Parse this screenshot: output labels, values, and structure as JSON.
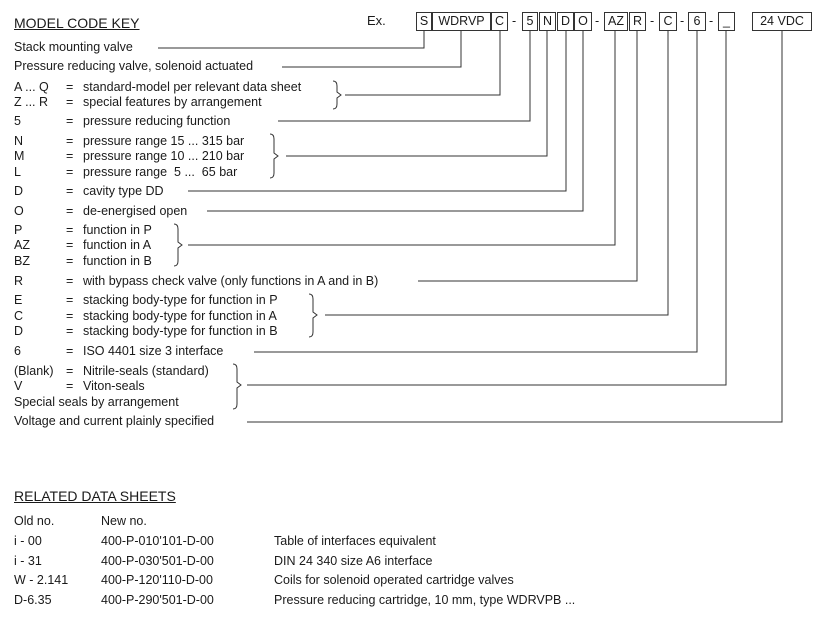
{
  "model_key": {
    "title": "MODEL CODE KEY",
    "ex_label": "Ex.",
    "code_boxes": [
      "S",
      "WDRVP",
      "C",
      "5",
      "N",
      "D",
      "O",
      "AZ",
      "R",
      "C",
      "6",
      "_",
      "24 VDC"
    ],
    "dash": "-",
    "entries": [
      {
        "code": "",
        "eq": "",
        "text": "Stack mounting valve"
      },
      {
        "code": "",
        "eq": "",
        "text": "Pressure reducing valve, solenoid actuated"
      },
      {
        "code": "A ... Q",
        "eq": "=",
        "text": "standard-model per relevant data sheet"
      },
      {
        "code": "Z ... R",
        "eq": "=",
        "text": "special features by arrangement"
      },
      {
        "code": "5",
        "eq": "=",
        "text": "pressure reducing function"
      },
      {
        "code": "N",
        "eq": "=",
        "text": "pressure range 15 ... 315 bar"
      },
      {
        "code": "M",
        "eq": "=",
        "text": "pressure range 10 ... 210 bar"
      },
      {
        "code": "L",
        "eq": "=",
        "text": "pressure range  5 ...  65 bar"
      },
      {
        "code": "D",
        "eq": "=",
        "text": "cavity type DD"
      },
      {
        "code": "O",
        "eq": "=",
        "text": "de-energised open"
      },
      {
        "code": "P",
        "eq": "=",
        "text": "function in P"
      },
      {
        "code": "AZ",
        "eq": "=",
        "text": "function in A"
      },
      {
        "code": "BZ",
        "eq": "=",
        "text": "function in B"
      },
      {
        "code": "R",
        "eq": "=",
        "text": "with bypass check valve (only functions in A and in B)"
      },
      {
        "code": "E",
        "eq": "=",
        "text": "stacking body-type for function in P"
      },
      {
        "code": "C",
        "eq": "=",
        "text": "stacking body-type for function in A"
      },
      {
        "code": "D",
        "eq": "=",
        "text": "stacking body-type for function in B"
      },
      {
        "code": "6",
        "eq": "=",
        "text": "ISO 4401 size 3 interface"
      },
      {
        "code": "(Blank)",
        "eq": "=",
        "text": "Nitrile-seals (standard)"
      },
      {
        "code": "V",
        "eq": "=",
        "text": "Viton-seals"
      },
      {
        "code": "",
        "eq": "",
        "text": "Special seals by arrangement"
      },
      {
        "code": "",
        "eq": "",
        "text": "Voltage and current plainly specified"
      }
    ]
  },
  "related": {
    "title": "RELATED DATA SHEETS",
    "col_old": "Old no.",
    "col_new": "New no.",
    "rows": [
      {
        "old": "i - 00",
        "new": "400-P-010'101-D-00",
        "desc": "Table of interfaces equivalent"
      },
      {
        "old": "i - 31",
        "new": "400-P-030'501-D-00",
        "desc": "DIN 24 340 size A6 interface"
      },
      {
        "old": "W - 2.141",
        "new": "400-P-120'110-D-00",
        "desc": "Coils for solenoid operated cartridge valves"
      },
      {
        "old": "D-6.35",
        "new": "400-P-290'501-D-00",
        "desc": "Pressure reducing cartridge, 10 mm, type WDRVPB ..."
      }
    ]
  }
}
